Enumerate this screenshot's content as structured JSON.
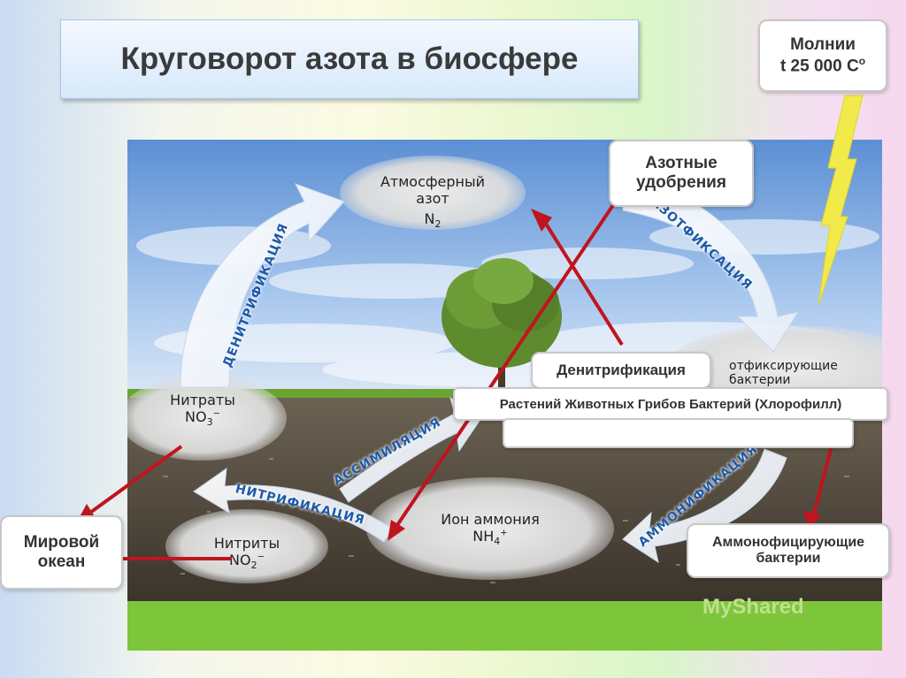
{
  "title": "Круговорот  азота в биосфере",
  "lightning": {
    "line1": "Молнии",
    "line2": "t 25 000 C",
    "sup": "o"
  },
  "fertilizer": {
    "line1": "Азотные",
    "line2": "удобрения"
  },
  "ocean": {
    "line1": "Мировой",
    "line2": "океан"
  },
  "ammonifying": {
    "line1": "Аммонофицирующие",
    "line2": "бактерии"
  },
  "denitrification_box": "Денитрификация",
  "organisms_box": "Растений Животных Грибов  Бактерий (Хлорофилл)",
  "organisms_box2": "",
  "diagram": {
    "atmosphere_label": "Атмосферный азот",
    "atmosphere_formula": "N",
    "atmosphere_sub": "2",
    "fixing_bacteria": "отфиксирующие бактерии",
    "nitrates_label": "Нитраты",
    "nitrates_formula": "NO",
    "nitrates_sub": "3",
    "nitrates_sup": "−",
    "nitrites_label": "Нитриты",
    "nitrites_formula": "NO",
    "nitrites_sub": "2",
    "nitrites_sup": "−",
    "ammonium_label": "Ион аммония",
    "ammonium_formula": "NH",
    "ammonium_sub": "4",
    "ammonium_sup": "+",
    "proc_denitrification": "ДЕНИТРИФИКАЦИЯ",
    "proc_fixation": "АЗОТФИКСАЦИЯ",
    "proc_assimilation": "АССИМИЛЯЦИЯ",
    "proc_nitrification": "НИТРИФИКАЦИЯ",
    "proc_ammonification": "АММОНИФИКАЦИЯ"
  },
  "watermark": "MyShared",
  "colors": {
    "arrow_red": "#c0141e",
    "process_text": "#1e5aa8",
    "lightning": "#f2e94a"
  }
}
